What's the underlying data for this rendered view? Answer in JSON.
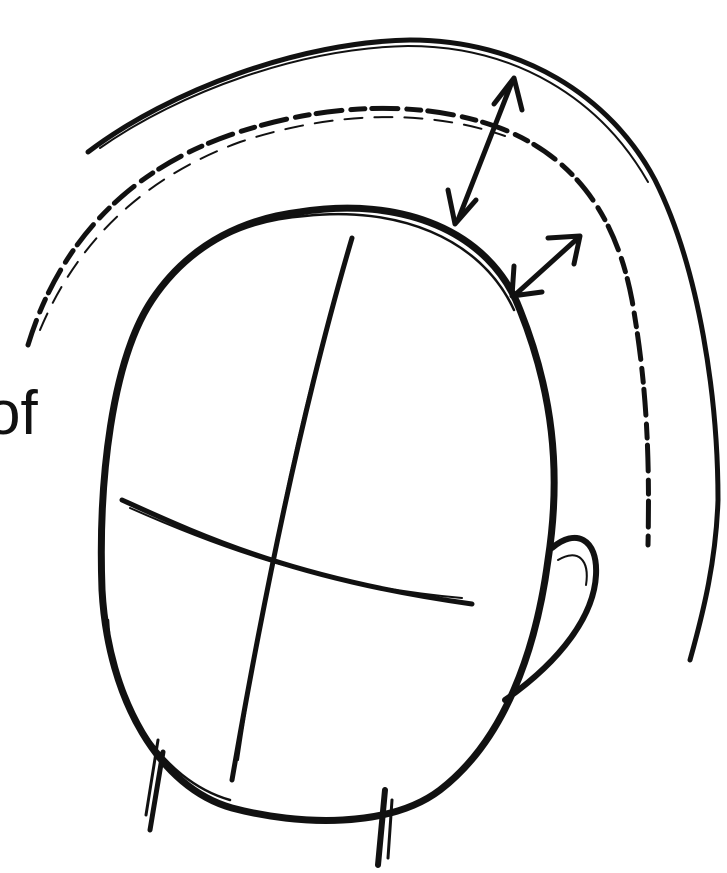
{
  "page": {
    "cropped_text": "of",
    "colors": {
      "ink": "#111111",
      "paper": "#ffffff"
    }
  },
  "figure": {
    "elements": [
      "outer-hair-arc",
      "dashed-hair-arc",
      "head-oval",
      "ear",
      "neck-left",
      "neck-right",
      "vertical-guideline",
      "horizontal-guideline",
      "double-arrow-outer",
      "double-arrow-inner"
    ]
  }
}
